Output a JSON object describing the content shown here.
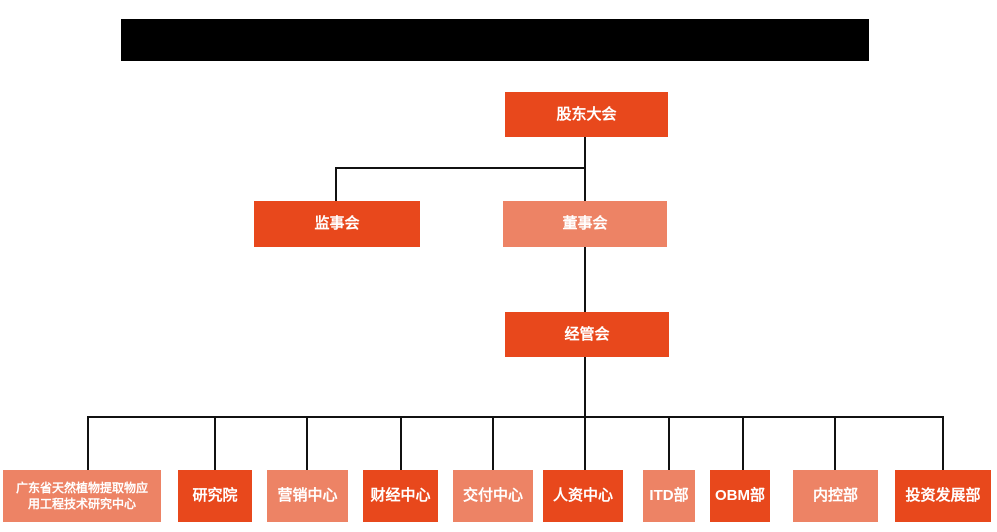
{
  "colors": {
    "primary_box": "#E8481C",
    "secondary_box": "#ED8365",
    "box_text": "#FFFFFF",
    "connector_line": "#111111",
    "redacted_bar": "#000000",
    "background": "#FFFFFF"
  },
  "org_chart": {
    "root": {
      "label": "股东大会",
      "variant": "primary"
    },
    "level2": [
      {
        "label": "监事会",
        "variant": "primary"
      },
      {
        "label": "董事会",
        "variant": "secondary"
      }
    ],
    "level3": {
      "label": "经管会",
      "variant": "primary"
    },
    "departments": [
      {
        "label": "广东省天然植物提取物应用工程技术研究中心",
        "variant": "secondary"
      },
      {
        "label": "研究院",
        "variant": "primary"
      },
      {
        "label": "营销中心",
        "variant": "secondary"
      },
      {
        "label": "财经中心",
        "variant": "primary"
      },
      {
        "label": "交付中心",
        "variant": "secondary"
      },
      {
        "label": "人资中心",
        "variant": "primary"
      },
      {
        "label": "ITD部",
        "variant": "secondary"
      },
      {
        "label": "OBM部",
        "variant": "primary"
      },
      {
        "label": "内控部",
        "variant": "secondary"
      },
      {
        "label": "投资发展部",
        "variant": "primary"
      }
    ]
  }
}
